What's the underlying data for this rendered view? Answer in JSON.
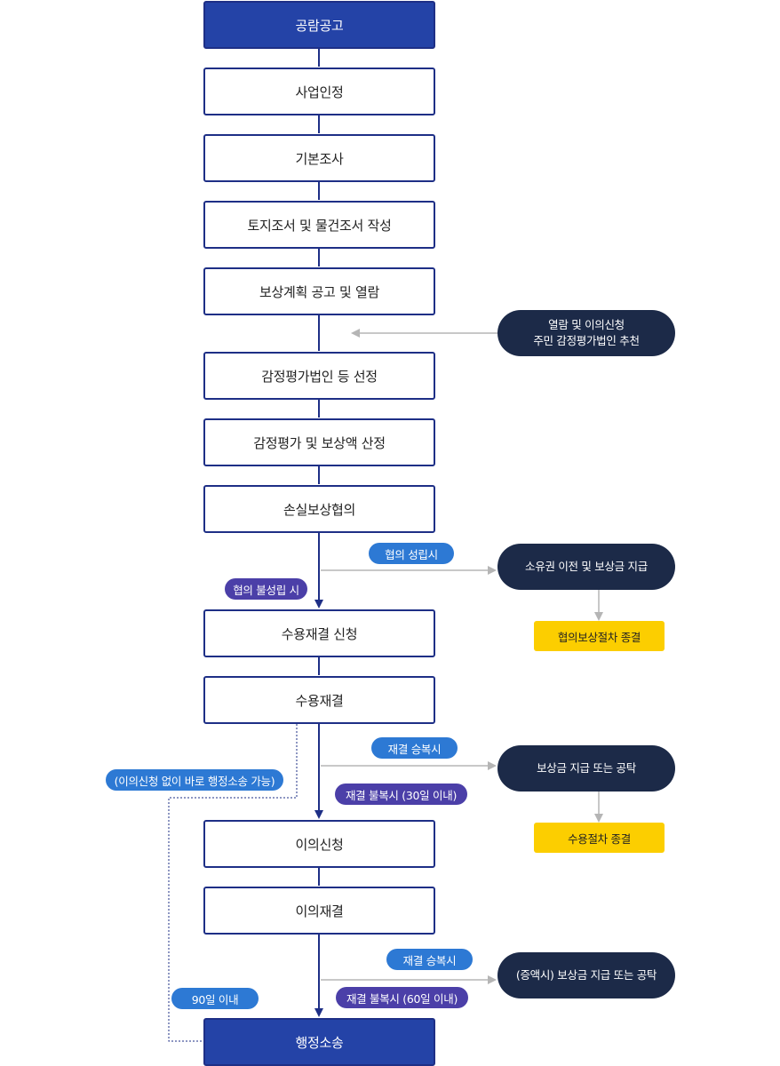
{
  "steps": [
    "공람공고",
    "사업인정",
    "기본조사",
    "토지조서 및 물건조서 작성",
    "보상계획 공고 및 열람",
    "감정평가법인 등 선정",
    "감정평가 및 보상액 산정",
    "손실보상협의",
    "수용재결 신청",
    "수용재결",
    "이의신청",
    "이의재결",
    "행정소송"
  ],
  "side": {
    "review": [
      "열람 및 이의신청",
      "주민 감정평가법인 추천"
    ],
    "transfer": "소유권 이전 및 보상금 지급",
    "transfer_end": "협의보상절차 종결",
    "payment": "보상금 지급 또는 공탁",
    "payment_end": "수용절차 종결",
    "final_payment": "(증액시) 보상금 지급 또는 공탁"
  },
  "labels": {
    "agreement_ok": "협의 성립시",
    "agreement_fail": "협의 불성립 시",
    "accept_1": "재결 승복시",
    "reject_1": "재결 불복시 (30일 이내)",
    "direct_suit": "(이의신청 없이 바로 행정소송 가능)",
    "accept_2": "재결 승복시",
    "reject_2": "재결 불복시 (60일 이내)",
    "within_90": "90일 이내"
  },
  "colors": {
    "primary_box": "#2443a7",
    "border": "#1e2f86",
    "dark_box": "#1c2a48",
    "yellow_box": "#fcce00",
    "blue_pill": "#2d79d4",
    "purple_pill": "#4b3fa8",
    "connector": "#1e2f86",
    "gray_arrow": "#b5b5b5"
  }
}
